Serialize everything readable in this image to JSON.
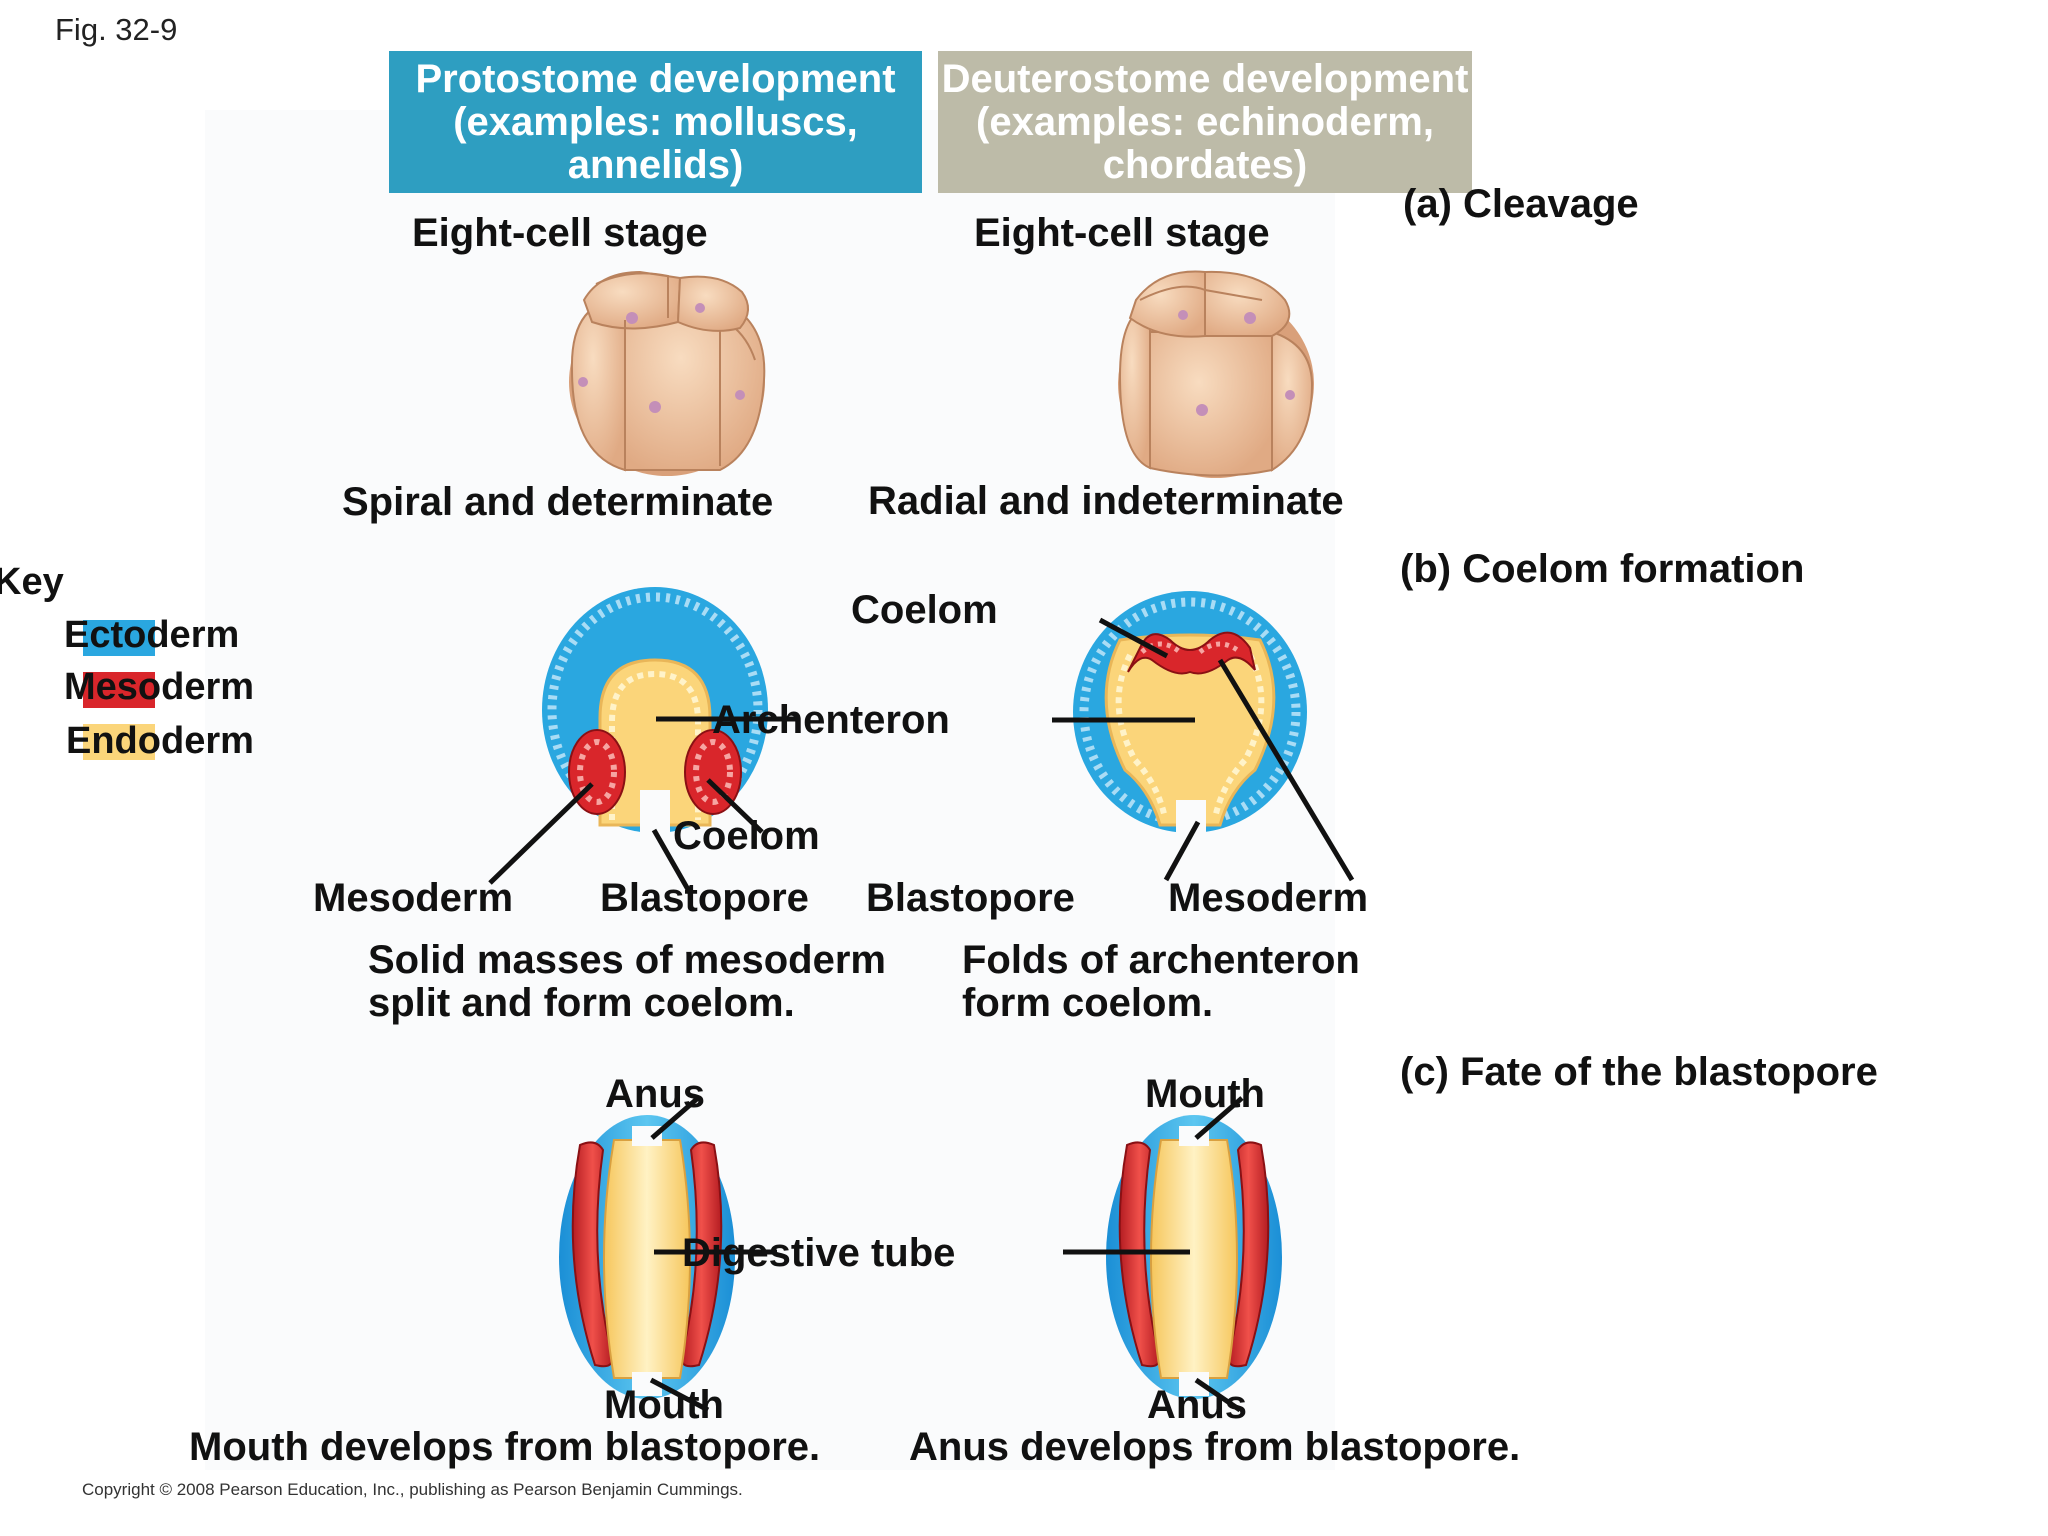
{
  "figure_label": "Fig. 32-9",
  "headers": {
    "protostome": [
      "Protostome development",
      "(examples: molluscs,",
      "annelids)"
    ],
    "deuterostome": [
      "Deuterostome development",
      "(examples: echinoderm,",
      "chordates)"
    ]
  },
  "sections": {
    "cleavage": "(a) Cleavage",
    "coelom": "(b) Coelom formation",
    "blastopore": "(c) Fate of the blastopore"
  },
  "cleavage": {
    "left_stage": "Eight-cell stage",
    "right_stage": "Eight-cell stage",
    "left_caption": "Spiral and determinate",
    "right_caption": "Radial and indeterminate"
  },
  "key": {
    "title": "Key",
    "items": [
      {
        "label": "Ectoderm",
        "color": "#2aa7e0"
      },
      {
        "label": "Mesoderm",
        "color": "#d9262b"
      },
      {
        "label": "Endoderm",
        "color": "#fbd57a"
      }
    ]
  },
  "coelom_labels": {
    "coelom_top": "Coelom",
    "archenteron": "Archenteron",
    "coelom_inner": "Coelom",
    "mesoderm_left": "Mesoderm",
    "blastopore_left": "Blastopore",
    "blastopore_right": "Blastopore",
    "mesoderm_right": "Mesoderm",
    "left_caption_1": "Solid masses of mesoderm",
    "left_caption_2": "split and form coelom.",
    "right_caption_1": "Folds of archenteron",
    "right_caption_2": "form coelom."
  },
  "blastopore_labels": {
    "anus_top": "Anus",
    "mouth_top": "Mouth",
    "digestive_tube": "Digestive tube",
    "mouth_bottom": "Mouth",
    "anus_bottom": "Anus",
    "left_caption": "Mouth develops from blastopore.",
    "right_caption": "Anus develops from blastopore."
  },
  "colors": {
    "protostome_header": "#2e9ec1",
    "deuterostome_header": "#bdbba8",
    "ectoderm": "#2aa7e0",
    "mesoderm": "#d9262b",
    "endoderm": "#fbd57a",
    "embryo_cell": "#f0c8a4"
  },
  "copyright": "Copyright © 2008 Pearson Education, Inc., publishing as Pearson Benjamin Cummings."
}
